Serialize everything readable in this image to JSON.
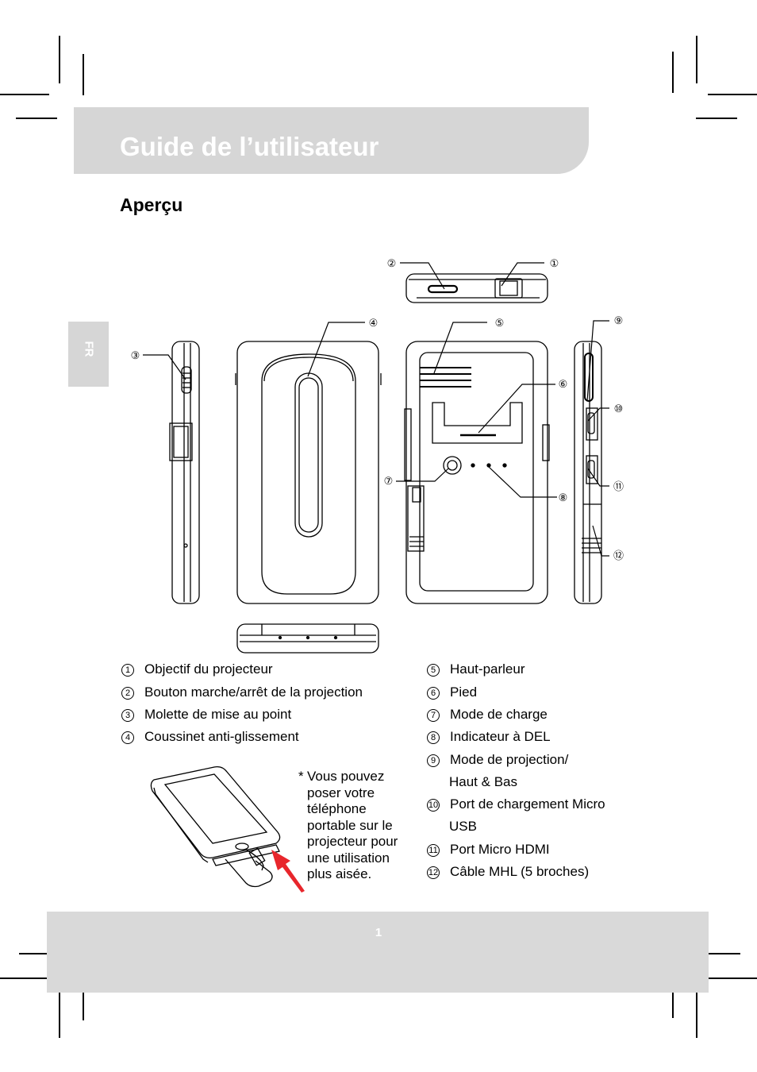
{
  "header": {
    "title": "Guide de l’utilisateur"
  },
  "section": {
    "title": "Aperçu"
  },
  "language_tab": {
    "label": "FR"
  },
  "diagram_callouts": [
    "①",
    "②",
    "③",
    "④",
    "⑤",
    "⑥",
    "⑦",
    "⑧",
    "⑨",
    "⑩",
    "⑪",
    "⑫"
  ],
  "legend": {
    "left": [
      {
        "num": "1",
        "text": "Objectif du projecteur"
      },
      {
        "num": "2",
        "text": "Bouton marche/arrêt de la projection"
      },
      {
        "num": "3",
        "text": "Molette de mise au point"
      },
      {
        "num": "4",
        "text": "Coussinet anti-glissement"
      }
    ],
    "right": [
      {
        "num": "5",
        "text": "Haut-parleur"
      },
      {
        "num": "6",
        "text": "Pied"
      },
      {
        "num": "7",
        "text": "Mode de charge"
      },
      {
        "num": "8",
        "text": "Indicateur à DEL"
      },
      {
        "num": "9",
        "text": "Mode de projection/"
      },
      {
        "num": "",
        "text": "Haut & Bas"
      },
      {
        "num": "10",
        "text": "Port de chargement Micro"
      },
      {
        "num": "",
        "text": "USB"
      },
      {
        "num": "11",
        "text": "Port Micro HDMI"
      },
      {
        "num": "12",
        "text": "Câble MHL (5 broches)"
      }
    ]
  },
  "note": {
    "marker": "*",
    "text": "Vous pouvez poser votre téléphone portable sur le projecteur pour une utilisation plus aisée."
  },
  "footer": {
    "page_number": "1"
  },
  "colors": {
    "band": "#d6d6d6",
    "arrow": "#e8262c"
  }
}
